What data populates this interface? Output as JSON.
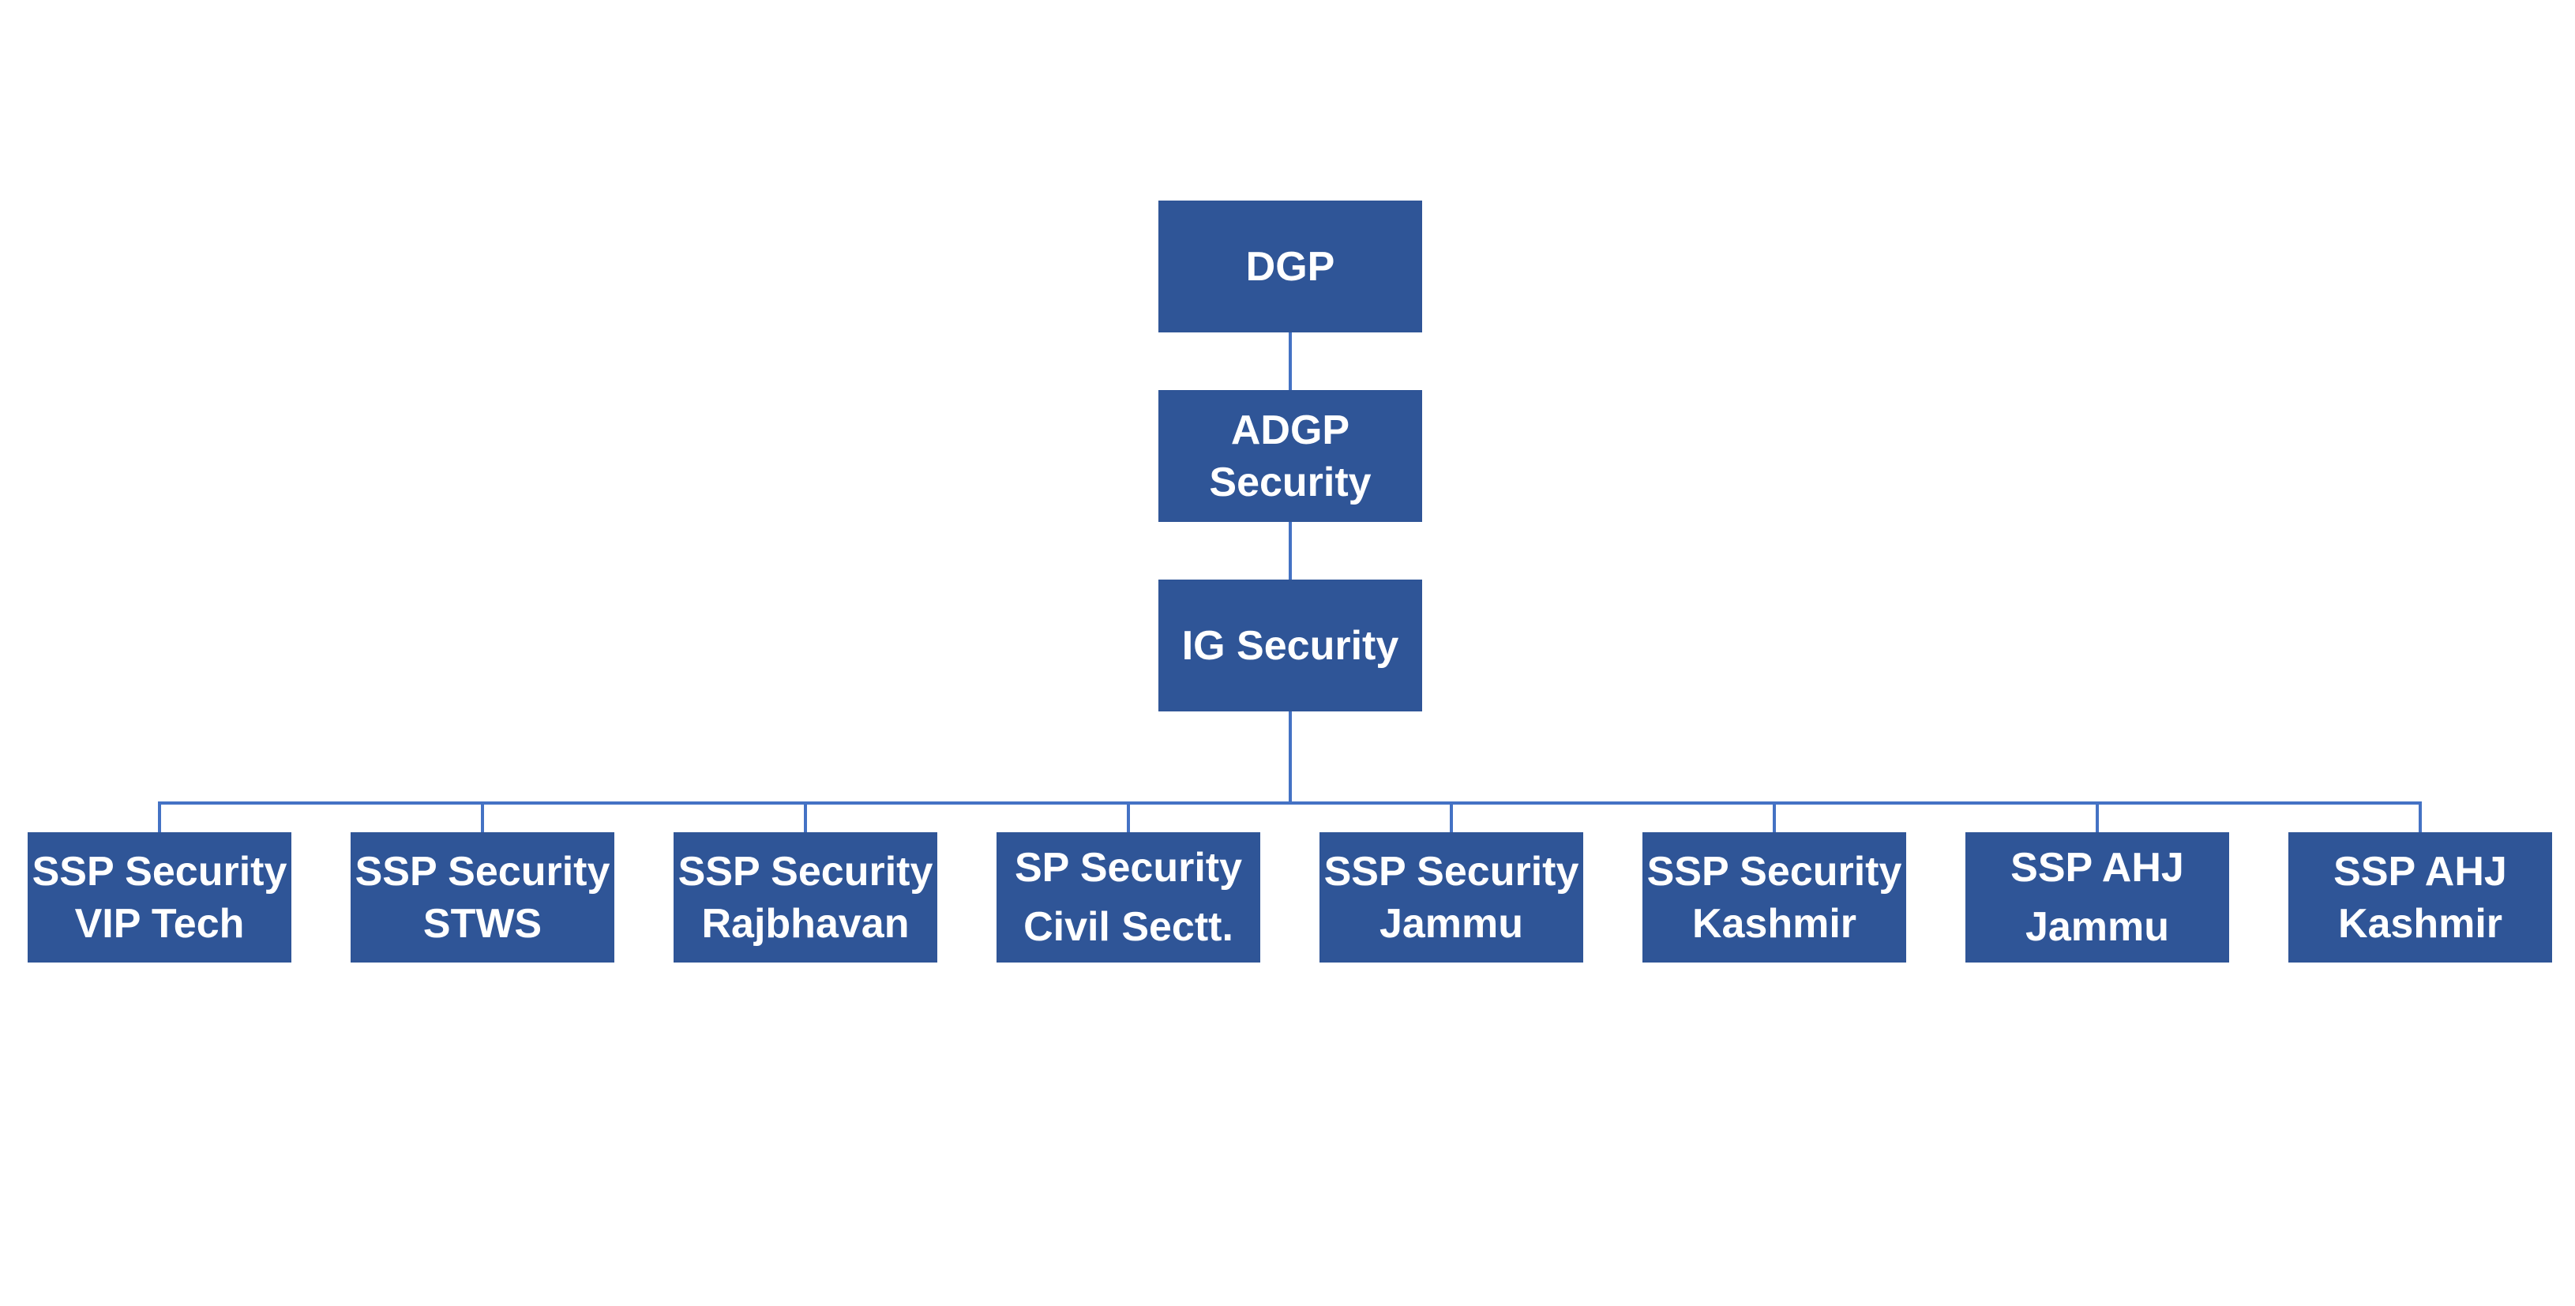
{
  "org_chart": {
    "top": {
      "lines": [
        "DGP"
      ]
    },
    "second": {
      "lines": [
        "ADGP",
        "Security"
      ]
    },
    "third": {
      "lines": [
        "IG Security"
      ]
    },
    "units": [
      {
        "lines": [
          "SSP Security",
          "VIP Tech"
        ]
      },
      {
        "lines": [
          "SSP Security",
          "STWS"
        ]
      },
      {
        "lines": [
          "SSP Security",
          "Rajbhavan"
        ]
      },
      {
        "lines": [
          "SP Security",
          "Civil Sectt."
        ]
      },
      {
        "lines": [
          "SSP Security",
          "Jammu"
        ]
      },
      {
        "lines": [
          "SSP Security",
          "Kashmir"
        ]
      },
      {
        "lines": [
          "SSP AHJ",
          "Jammu"
        ]
      },
      {
        "lines": [
          "SSP AHJ",
          "Kashmir"
        ]
      }
    ],
    "colors": {
      "box_fill": "#2f5597",
      "box_text": "#ffffff",
      "connector": "#4472c4"
    }
  }
}
